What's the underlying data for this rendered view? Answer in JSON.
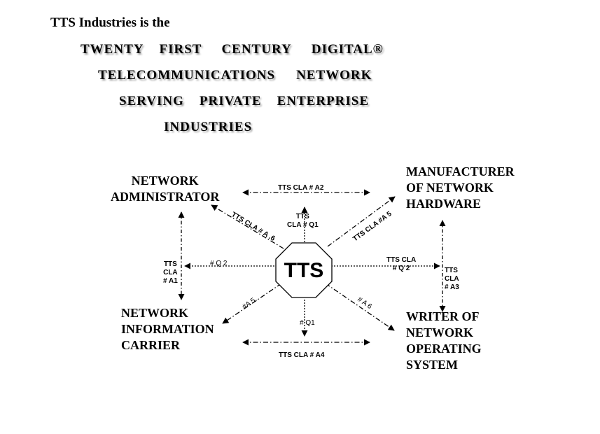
{
  "heading": {
    "intro": "TTS   Industries is the",
    "line1": [
      "TWENTY",
      "FIRST",
      "CENTURY",
      "DIGITAL®"
    ],
    "line2": [
      "TELECOMMUNICATIONS",
      "NETWORK"
    ],
    "line3": [
      "SERVING",
      "PRIVATE",
      "ENTERPRISE"
    ],
    "line4": [
      "INDUSTRIES"
    ]
  },
  "center": {
    "label": "TTS"
  },
  "nodes": {
    "admin": [
      "NETWORK",
      "ADMINISTRATOR"
    ],
    "manufacturer": [
      "MANUFACTURER",
      "OF NETWORK",
      "HARDWARE"
    ],
    "carrier": [
      "NETWORK",
      "INFORMATION",
      "CARRIER"
    ],
    "writer": [
      "WRITER OF",
      "NETWORK",
      "OPERATING",
      "SYSTEM"
    ]
  },
  "labels": {
    "a2": "TTS CLA  # A2",
    "a4": "TTS CLA  # A4",
    "q1_top": [
      "TTS",
      "CLA  # Q1"
    ],
    "q1_bottom": "# Q1",
    "q2_left": "# Q 2",
    "q2_right": [
      "TTS CLA",
      "# Q 2"
    ],
    "a1_left": [
      "TTS",
      "CLA",
      "# A1"
    ],
    "a3_right": [
      "TTS",
      "CLA",
      "# A3"
    ],
    "a6_upper": "TTS CLA # A .6",
    "a5_upper": "TTS CLA #A 5",
    "a5_lower": "#A 5.",
    "a6_lower": "# A 6"
  }
}
